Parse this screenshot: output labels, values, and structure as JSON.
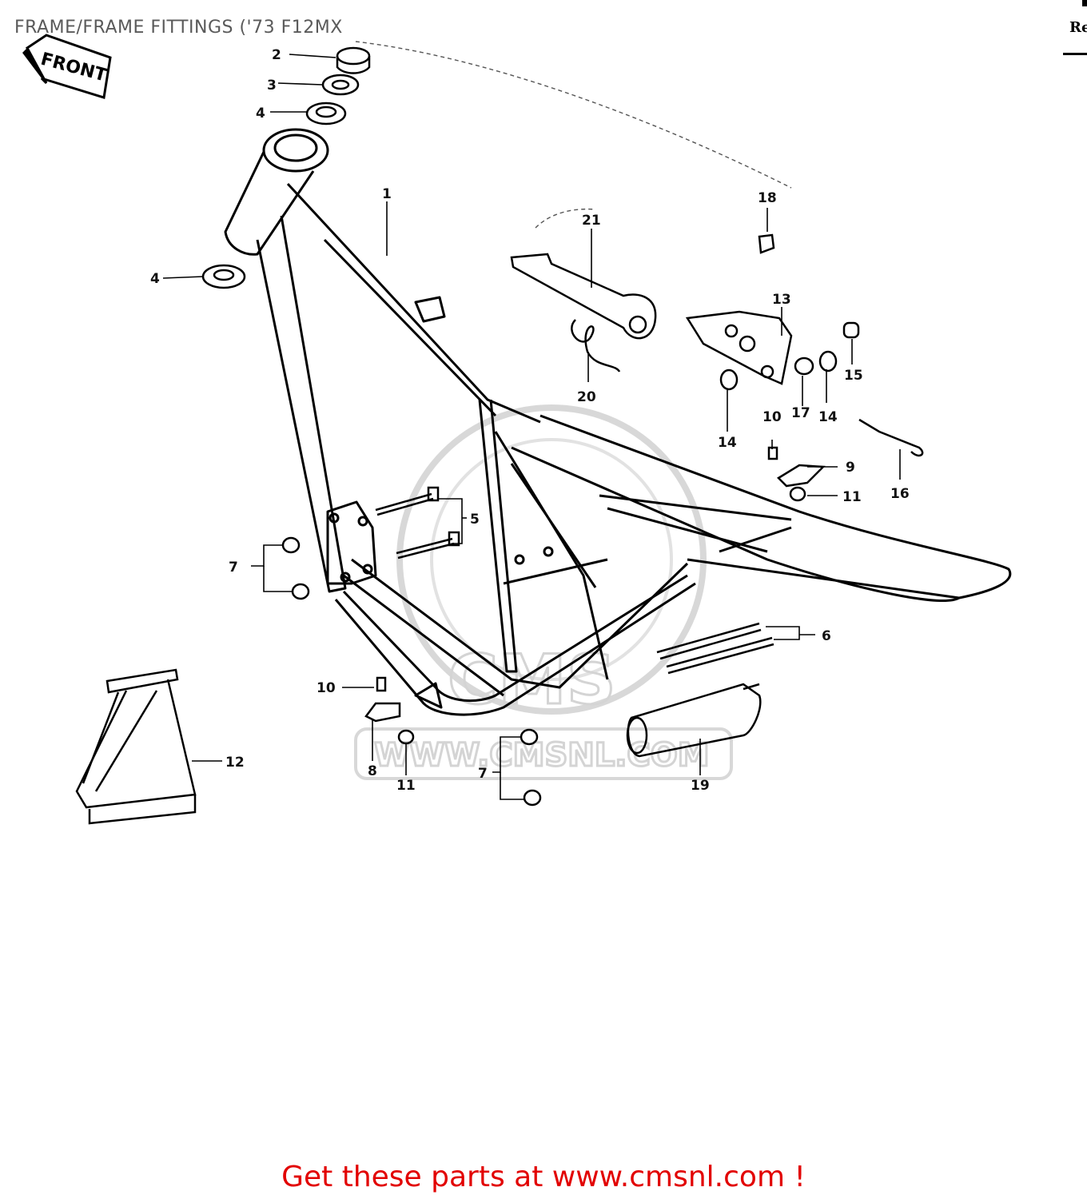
{
  "header": {
    "title": "FRAME/FRAME FITTINGS  ('73 F12MX",
    "corner_text": "Re"
  },
  "front_arrow": {
    "label": "FRONT"
  },
  "watermark": {
    "logo_text": "CMS",
    "url_text": "WWW.CMSNL.COM",
    "color": "#d4d4d4"
  },
  "callouts": [
    "1",
    "2",
    "3",
    "4",
    "4",
    "5",
    "6",
    "7",
    "7",
    "8",
    "9",
    "10",
    "10",
    "11",
    "11",
    "12",
    "13",
    "14",
    "14",
    "15",
    "16",
    "17",
    "18",
    "19",
    "20",
    "21"
  ],
  "footer": {
    "cta": "Get these parts at www.cmsnl.com !",
    "color": "#e20000"
  }
}
